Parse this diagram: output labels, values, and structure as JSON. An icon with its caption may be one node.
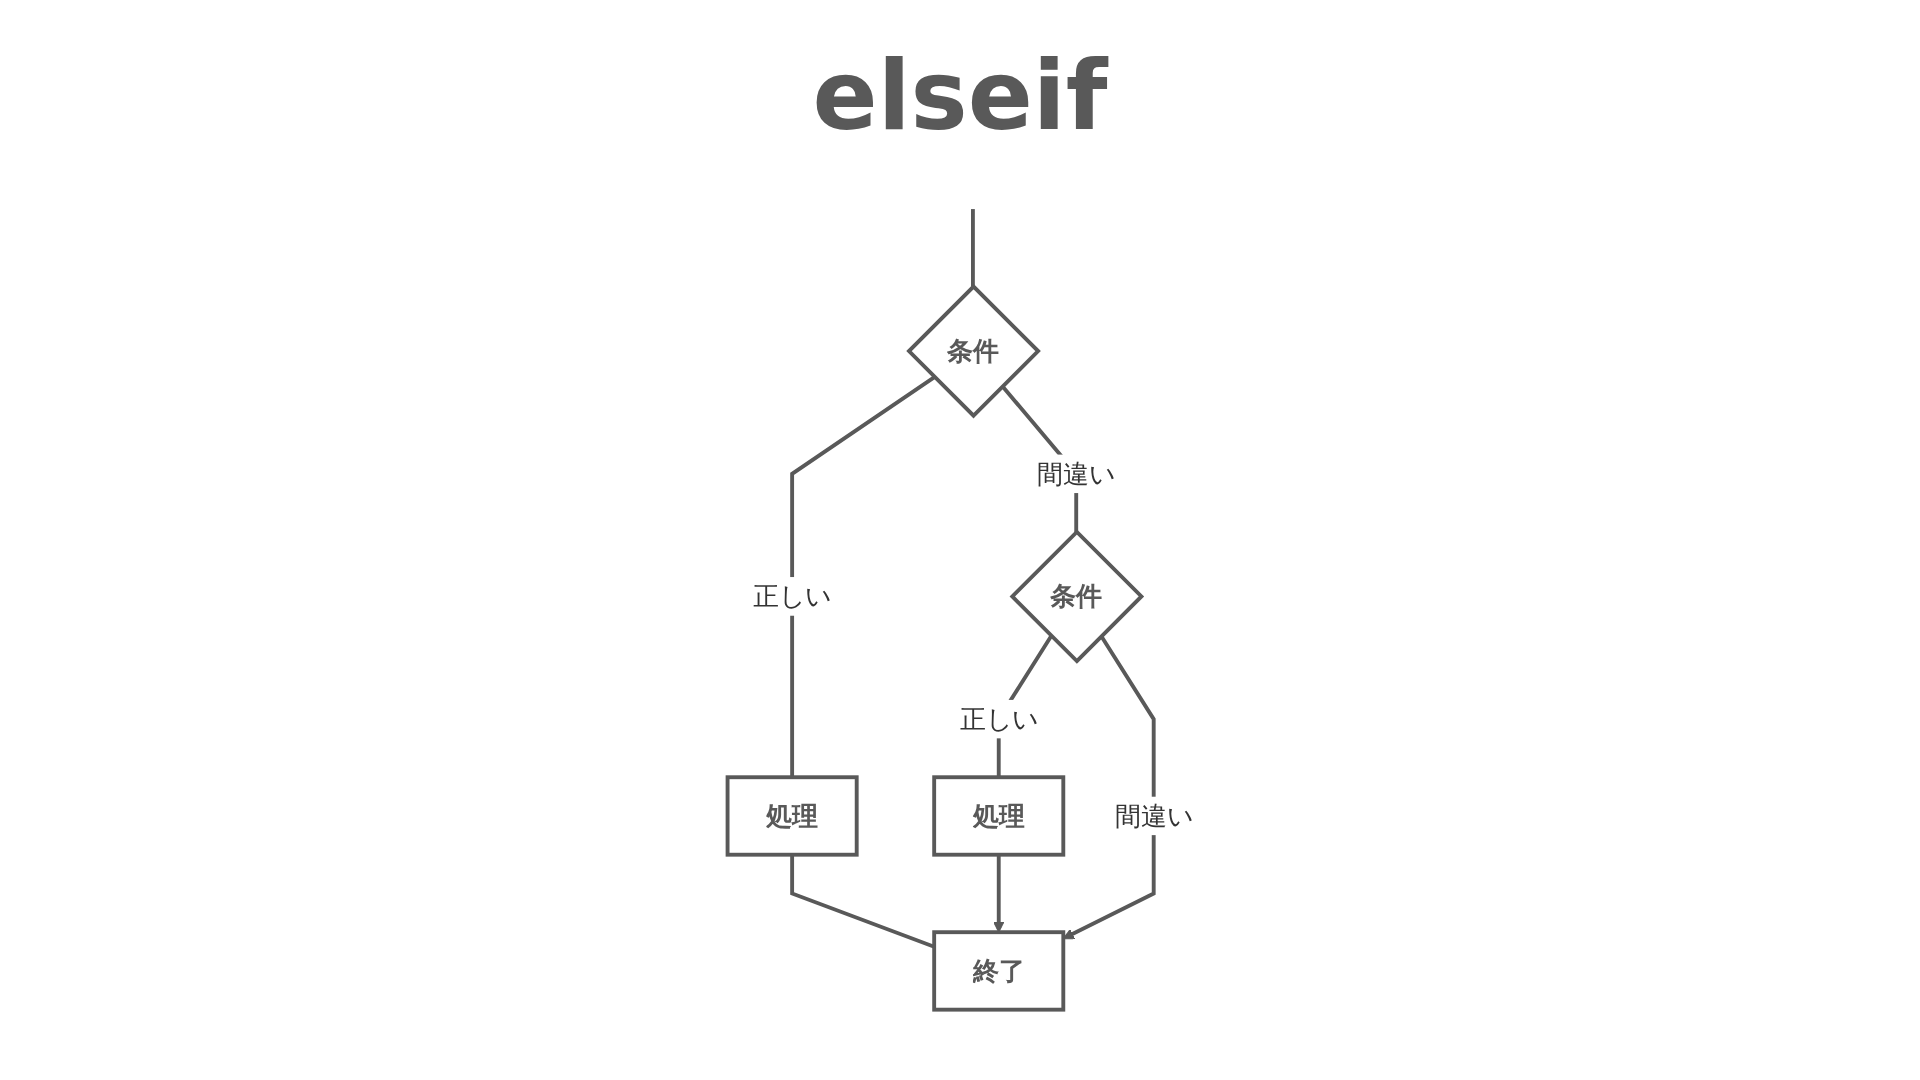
{
  "diagram": {
    "title": "elseif",
    "nodes": [
      {
        "text": [
          "条件"
        ]
      },
      {
        "text": [
          "処理"
        ]
      },
      {
        "text": [
          "終了"
        ]
      },
      {
        "text": [
          "条件"
        ]
      },
      {
        "text": [
          "処理"
        ]
      }
    ],
    "edges": [
      {
        "from": null,
        "to": 0,
        "arrow": "none"
      },
      {
        "from": 0,
        "to": 1,
        "arrow": "none",
        "label": "正しい"
      },
      {
        "from": 1,
        "to": 2,
        "arrow": "none"
      },
      {
        "from": 0,
        "to": 3,
        "arrow": "none",
        "label": "間違い"
      },
      {
        "from": 3,
        "to": 4,
        "arrow": "none",
        "label": "正しい"
      },
      {
        "from": 4,
        "to": 2,
        "arrow": "to"
      },
      {
        "from": 3,
        "to": 2,
        "arrow": "to",
        "label": "間違い"
      }
    ]
  }
}
